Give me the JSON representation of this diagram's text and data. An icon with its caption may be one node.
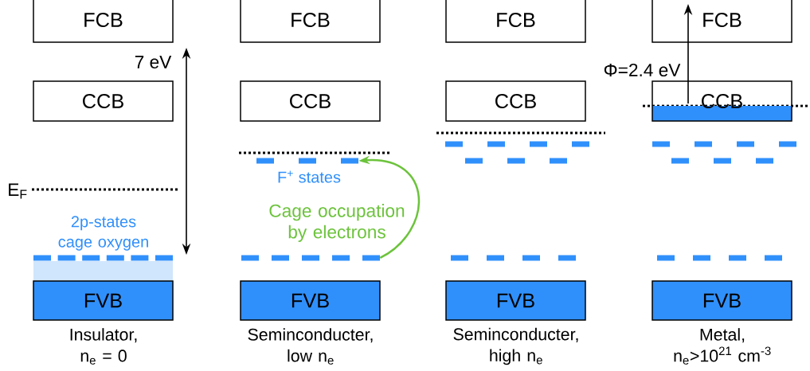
{
  "diagram": {
    "nodes": [
      {
        "text": [
          "FCB"
        ]
      },
      {
        "text": [
          "CCB"
        ]
      },
      {
        "text": [
          "FVB"
        ]
      },
      {
        "text": [
          "FCB"
        ]
      },
      {
        "text": [
          "CCB"
        ]
      },
      {
        "text": [],
        "shape": "bar",
        "beside": [
          "F$^{+}$ states"
        ]
      },
      {
        "text": [],
        "shape": "bar"
      },
      {
        "text": [
          "FVB"
        ]
      },
      {
        "text": [
          "FCB"
        ]
      },
      {
        "text": [
          "CCB"
        ]
      },
      {
        "text": [
          "FVB"
        ]
      },
      {
        "text": [
          "FCB"
        ]
      },
      {
        "text": [
          "CCB"
        ]
      },
      {
        "text": [
          "FVB"
        ]
      }
    ],
    "edges": [
      {
        "from": 6,
        "to": 5,
        "arrow": "to",
        "label": "Cage occupation by electrons",
        "color": "#6cc33c"
      }
    ],
    "labels": [
      "7 eV",
      "Φ=2.4 eV",
      "E$_{F}$",
      "2p-states cage oxygen",
      "Insulator, n$_{e}$ = 0",
      "Seminconducter, low n$_{e}$",
      "Seminconducter, high n$_{e}$",
      "Metal, n$_{e}$>10$^{21}$ cm$^{-3}$"
    ]
  }
}
